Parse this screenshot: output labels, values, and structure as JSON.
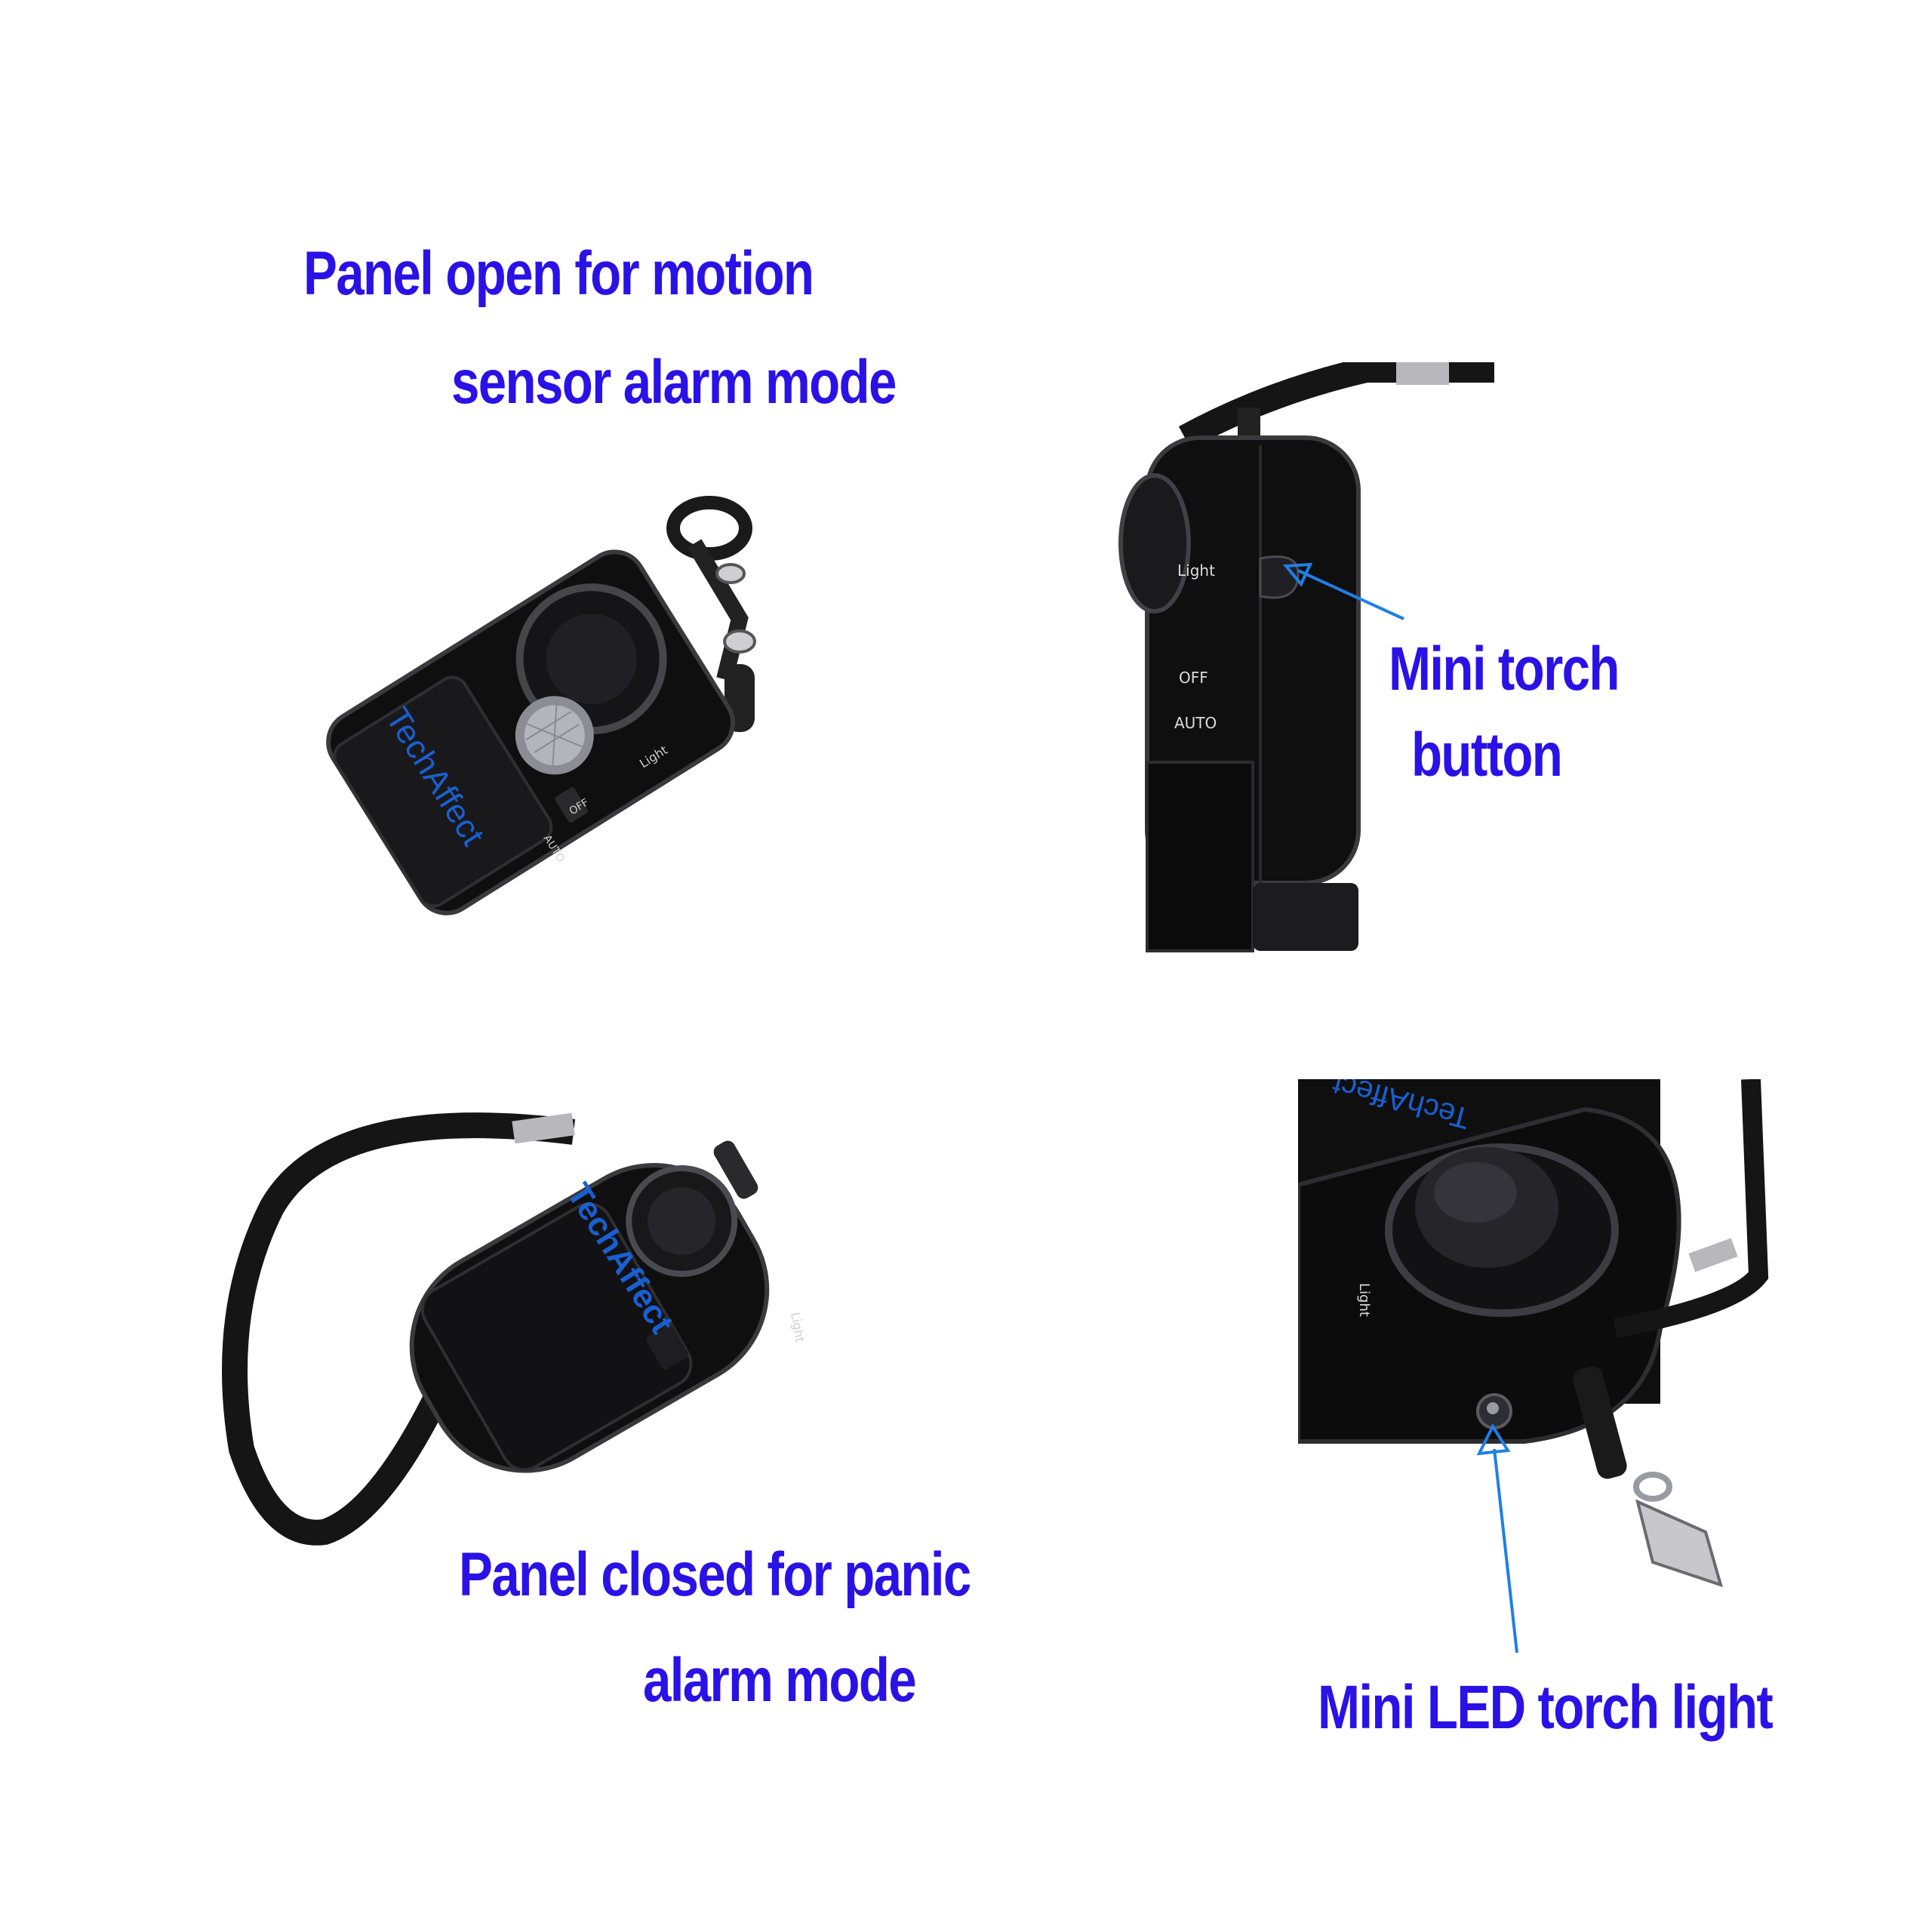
{
  "colors": {
    "caption": "#2a12e6",
    "arrow": "#1f7fe6",
    "brand": "#1a5fd0",
    "device": "#0f0f10",
    "device_highlight": "#3a3a3e",
    "strap": "#151515",
    "metal": "#b8b8bc",
    "background": "#ffffff"
  },
  "captions": {
    "panel_open_line1": "Panel open for motion",
    "panel_open_line2": "sensor alarm mode",
    "torch_button_line1": "Mini torch",
    "torch_button_line2": "button",
    "panel_closed_line1": "Panel closed for panic",
    "panel_closed_line2": "alarm mode",
    "led_light": "Mini LED torch light"
  },
  "device_labels": {
    "brand": "TechAffect",
    "light": "Light",
    "off": "OFF",
    "auto": "AUTO"
  },
  "icons": {
    "arrow_torch_button": "arrow-left-icon",
    "arrow_led_light": "arrow-up-icon"
  }
}
